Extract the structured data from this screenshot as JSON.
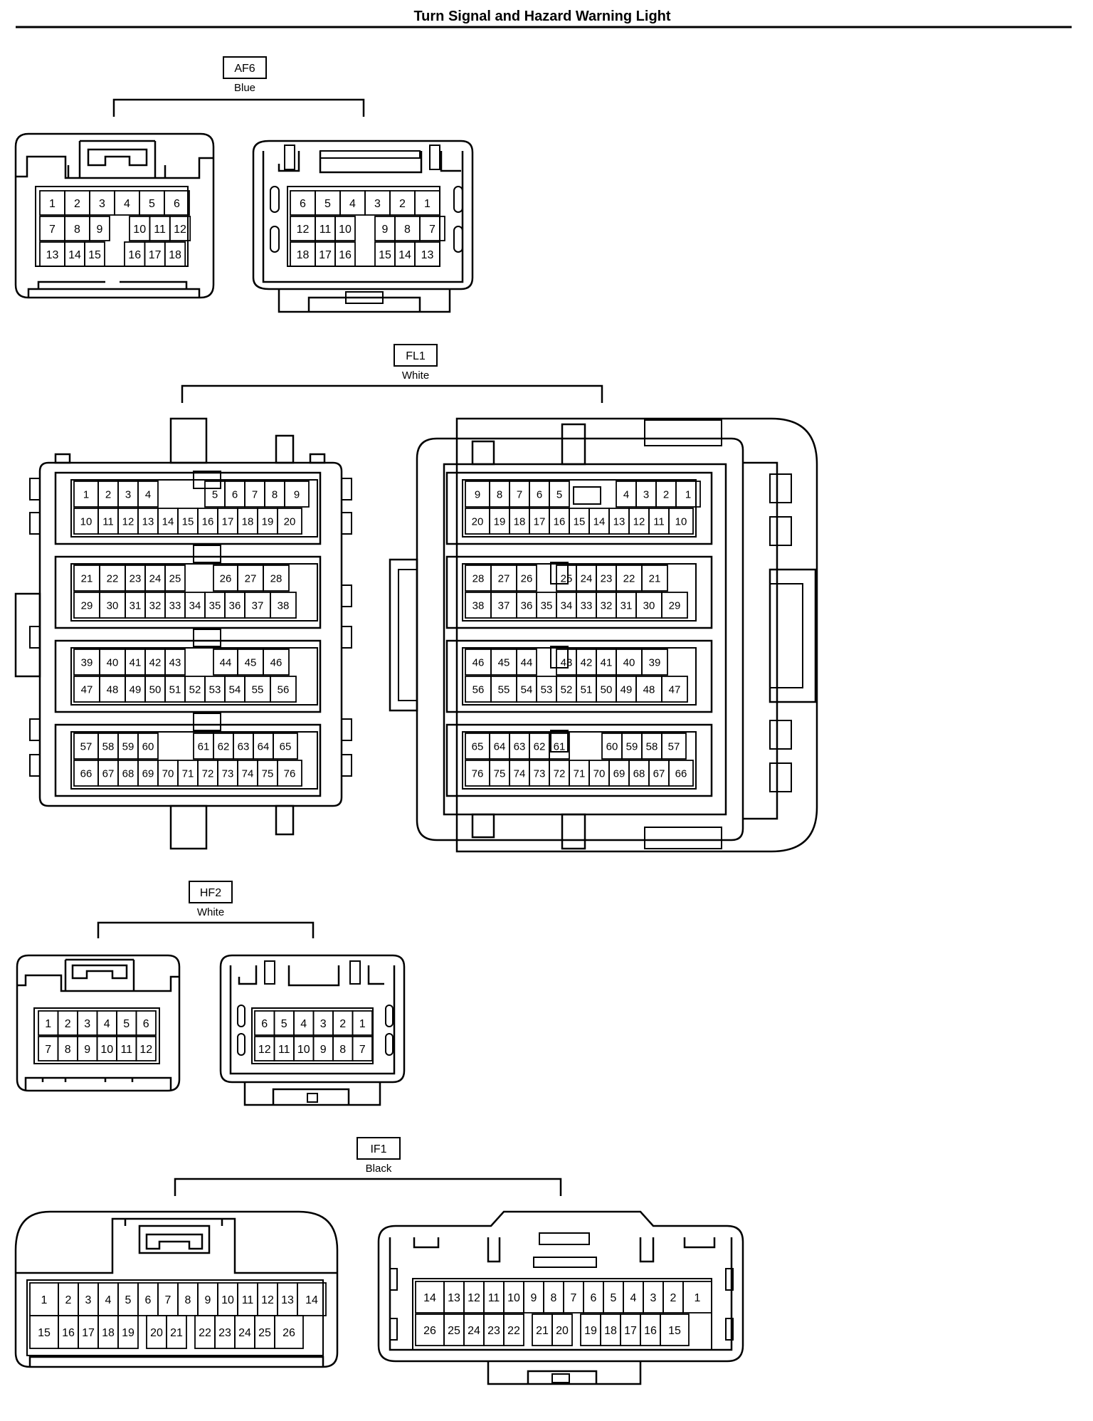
{
  "title": "Turn Signal and Hazard Warning Light",
  "connectors": [
    {
      "id": "AF6",
      "color": "Blue",
      "front": {
        "rows": [
          [
            "1",
            "2",
            "3",
            "4",
            "5",
            "6"
          ],
          [
            "7",
            "8",
            "9",
            "",
            "10",
            "11",
            "12"
          ],
          [
            "13",
            "14",
            "15",
            "",
            "16",
            "17",
            "18"
          ]
        ]
      },
      "rear": {
        "rows": [
          [
            "6",
            "5",
            "4",
            "3",
            "2",
            "1"
          ],
          [
            "12",
            "11",
            "10",
            "",
            "9",
            "8",
            "7"
          ],
          [
            "18",
            "17",
            "16",
            "",
            "15",
            "14",
            "13"
          ]
        ]
      }
    },
    {
      "id": "FL1",
      "color": "White",
      "front": {
        "blocks": [
          {
            "top": [
              "1",
              "2",
              "3",
              "4",
              "",
              "5",
              "6",
              "7",
              "8",
              "9"
            ],
            "bottom": [
              "10",
              "11",
              "12",
              "13",
              "14",
              "15",
              "16",
              "17",
              "18",
              "19",
              "20"
            ]
          },
          {
            "top": [
              "21",
              "22",
              "23",
              "24",
              "25",
              "",
              "26",
              "27",
              "28"
            ],
            "bottom": [
              "29",
              "30",
              "31",
              "32",
              "33",
              "34",
              "35",
              "36",
              "37",
              "38"
            ]
          },
          {
            "top": [
              "39",
              "40",
              "41",
              "42",
              "43",
              "",
              "44",
              "45",
              "46"
            ],
            "bottom": [
              "47",
              "48",
              "49",
              "50",
              "51",
              "52",
              "53",
              "54",
              "55",
              "56"
            ]
          },
          {
            "top": [
              "57",
              "58",
              "59",
              "60",
              "",
              "61",
              "62",
              "63",
              "64",
              "65"
            ],
            "bottom": [
              "66",
              "67",
              "68",
              "69",
              "70",
              "71",
              "72",
              "73",
              "74",
              "75",
              "76"
            ]
          }
        ]
      },
      "rear": {
        "blocks": [
          {
            "top": [
              "9",
              "8",
              "7",
              "6",
              "5",
              "",
              "4",
              "3",
              "2",
              "1"
            ],
            "bottom": [
              "20",
              "19",
              "18",
              "17",
              "16",
              "15",
              "14",
              "13",
              "12",
              "11",
              "10"
            ]
          },
          {
            "top": [
              "28",
              "27",
              "26",
              "",
              "25",
              "24",
              "23",
              "22",
              "21"
            ],
            "bottom": [
              "38",
              "37",
              "36",
              "35",
              "34",
              "33",
              "32",
              "31",
              "30",
              "29"
            ]
          },
          {
            "top": [
              "46",
              "45",
              "44",
              "",
              "43",
              "42",
              "41",
              "40",
              "39"
            ],
            "bottom": [
              "56",
              "55",
              "54",
              "53",
              "52",
              "51",
              "50",
              "49",
              "48",
              "47"
            ]
          },
          {
            "top": [
              "65",
              "64",
              "63",
              "62",
              "61",
              "",
              "60",
              "59",
              "58",
              "57"
            ],
            "bottom": [
              "76",
              "75",
              "74",
              "73",
              "72",
              "71",
              "70",
              "69",
              "68",
              "67",
              "66"
            ]
          }
        ]
      }
    },
    {
      "id": "HF2",
      "color": "White",
      "front": {
        "rows": [
          [
            "1",
            "2",
            "3",
            "4",
            "5",
            "6"
          ],
          [
            "7",
            "8",
            "9",
            "10",
            "11",
            "12"
          ]
        ]
      },
      "rear": {
        "rows": [
          [
            "6",
            "5",
            "4",
            "3",
            "2",
            "1"
          ],
          [
            "12",
            "11",
            "10",
            "9",
            "8",
            "7"
          ]
        ]
      }
    },
    {
      "id": "IF1",
      "color": "Black",
      "front": {
        "rows": [
          [
            "1",
            "2",
            "3",
            "4",
            "5",
            "6",
            "7",
            "8",
            "9",
            "10",
            "11",
            "12",
            "13",
            "14"
          ],
          [
            "15",
            "16",
            "17",
            "18",
            "19",
            "",
            "20",
            "21",
            "",
            "22",
            "23",
            "24",
            "25",
            "26"
          ]
        ]
      },
      "rear": {
        "rows": [
          [
            "14",
            "13",
            "12",
            "11",
            "10",
            "9",
            "8",
            "7",
            "6",
            "5",
            "4",
            "3",
            "2",
            "1"
          ],
          [
            "26",
            "25",
            "24",
            "23",
            "22",
            "",
            "21",
            "20",
            "",
            "19",
            "18",
            "17",
            "16",
            "15"
          ]
        ]
      }
    }
  ]
}
